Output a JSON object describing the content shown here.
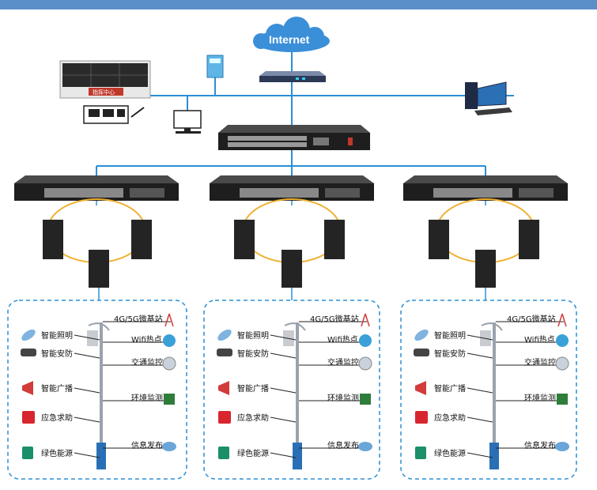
{
  "header": {
    "bar_color": "#5b8fc9"
  },
  "internet": {
    "label": "Internet"
  },
  "command_center": {
    "label": "指挥中心"
  },
  "line_color": "#2a8fd6",
  "ring_color": "#f0b030",
  "zones": [
    {
      "left_items": [
        {
          "label": "智能照明",
          "icon": "street-lamp-icon"
        },
        {
          "label": "智能安防",
          "icon": "security-camera-icon"
        },
        {
          "label": "智能广播",
          "icon": "loudspeaker-icon"
        },
        {
          "label": "应急求助",
          "icon": "emergency-button-icon"
        },
        {
          "label": "绿色能源",
          "icon": "ev-charger-icon"
        }
      ],
      "right_items": [
        {
          "label": "4G/5G微基站",
          "icon": "antenna-icon"
        },
        {
          "label": "Wifi热点",
          "icon": "wifi-icon"
        },
        {
          "label": "交通监控",
          "icon": "dome-camera-icon"
        },
        {
          "label": "环境监测",
          "icon": "environment-sensor-icon"
        },
        {
          "label": "信息发布",
          "icon": "satellite-icon"
        }
      ]
    },
    {
      "left_items": [
        {
          "label": "智能照明",
          "icon": "street-lamp-icon"
        },
        {
          "label": "智能安防",
          "icon": "security-camera-icon"
        },
        {
          "label": "智能广播",
          "icon": "loudspeaker-icon"
        },
        {
          "label": "应急求助",
          "icon": "emergency-button-icon"
        },
        {
          "label": "绿色能源",
          "icon": "ev-charger-icon"
        }
      ],
      "right_items": [
        {
          "label": "4G/5G微基站",
          "icon": "antenna-icon"
        },
        {
          "label": "Wifi热点",
          "icon": "wifi-icon"
        },
        {
          "label": "交通监控",
          "icon": "dome-camera-icon"
        },
        {
          "label": "环境监测",
          "icon": "environment-sensor-icon"
        },
        {
          "label": "信息发布",
          "icon": "satellite-icon"
        }
      ]
    },
    {
      "left_items": [
        {
          "label": "智能照明",
          "icon": "street-lamp-icon"
        },
        {
          "label": "智能安防",
          "icon": "security-camera-icon"
        },
        {
          "label": "智能广播",
          "icon": "loudspeaker-icon"
        },
        {
          "label": "应急求助",
          "icon": "emergency-button-icon"
        },
        {
          "label": "绿色能源",
          "icon": "ev-charger-icon"
        }
      ],
      "right_items": [
        {
          "label": "4G/5G微基站",
          "icon": "antenna-icon"
        },
        {
          "label": "Wifi热点",
          "icon": "wifi-icon"
        },
        {
          "label": "交通监控",
          "icon": "dome-camera-icon"
        },
        {
          "label": "环境监测",
          "icon": "environment-sensor-icon"
        },
        {
          "label": "信息发布",
          "icon": "satellite-icon"
        }
      ]
    }
  ]
}
